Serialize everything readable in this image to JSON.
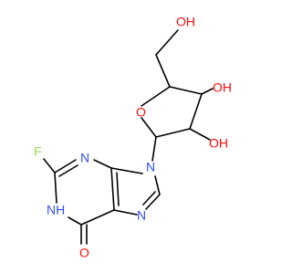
{
  "molecule": {
    "atoms": {
      "oh_top": "OH",
      "oh_right_upper": "OH",
      "oh_right_lower": "OH",
      "ring_o": "O",
      "n9": "N",
      "n3": "N",
      "n7": "N",
      "nh1": "NH",
      "f": "F",
      "o_carbonyl": "O"
    },
    "colors": {
      "bond": "#000000",
      "oxygen": "#ff0d0d",
      "nitrogen": "#3050f8",
      "fluorine": "#90e050"
    }
  }
}
